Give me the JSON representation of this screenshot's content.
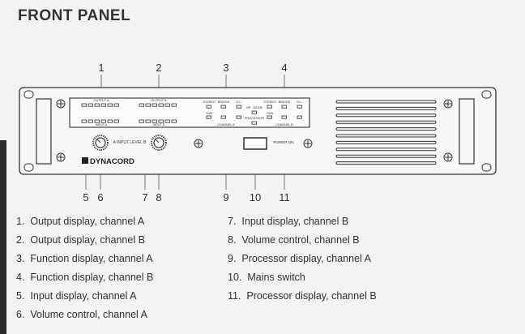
{
  "heading": "FRONT PANEL",
  "callout_numbers": [
    "1",
    "2",
    "3",
    "4",
    "5",
    "6",
    "7",
    "8",
    "9",
    "10",
    "11"
  ],
  "panel": {
    "logo": "DYNACORD",
    "output_a": "OUTPUT A",
    "output_b": "OUTPUT B",
    "input_a": "INPUT A",
    "input_b": "INPUT B",
    "input_level": "A   INPUT LEVEL   B",
    "channel_a": "CHANNEL A",
    "channel_b": "CHANNEL B",
    "stereo_left": "STEREO",
    "bridge_left": "BRIDGE",
    "dl_left": "D.L.",
    "mode": "OP - MODE",
    "stereo_right": "STEREO",
    "bridge_right": "BRIDGE",
    "dl_right": "D.L.",
    "sub_left": "SUB",
    "sub_right": "SUB",
    "processor": "PROCESSOR",
    "power_on": "POWER ON"
  },
  "legend": {
    "left": [
      {
        "num": "1.",
        "text": "Output display, channel A"
      },
      {
        "num": "2.",
        "text": "Output display, channel B"
      },
      {
        "num": "3.",
        "text": "Function display, channel A"
      },
      {
        "num": "4.",
        "text": "Function display, channel B"
      },
      {
        "num": "5.",
        "text": "Input display, channel A"
      },
      {
        "num": "6.",
        "text": "Volume control, channel A"
      }
    ],
    "right": [
      {
        "num": "7.",
        "text": "Input display, channel B"
      },
      {
        "num": "8.",
        "text": "Volume control, channel B"
      },
      {
        "num": "9.",
        "text": "Processor display, channel A"
      },
      {
        "num": "10.",
        "text": "Mains switch"
      },
      {
        "num": "11.",
        "text": "Processor display, channel B"
      }
    ]
  }
}
